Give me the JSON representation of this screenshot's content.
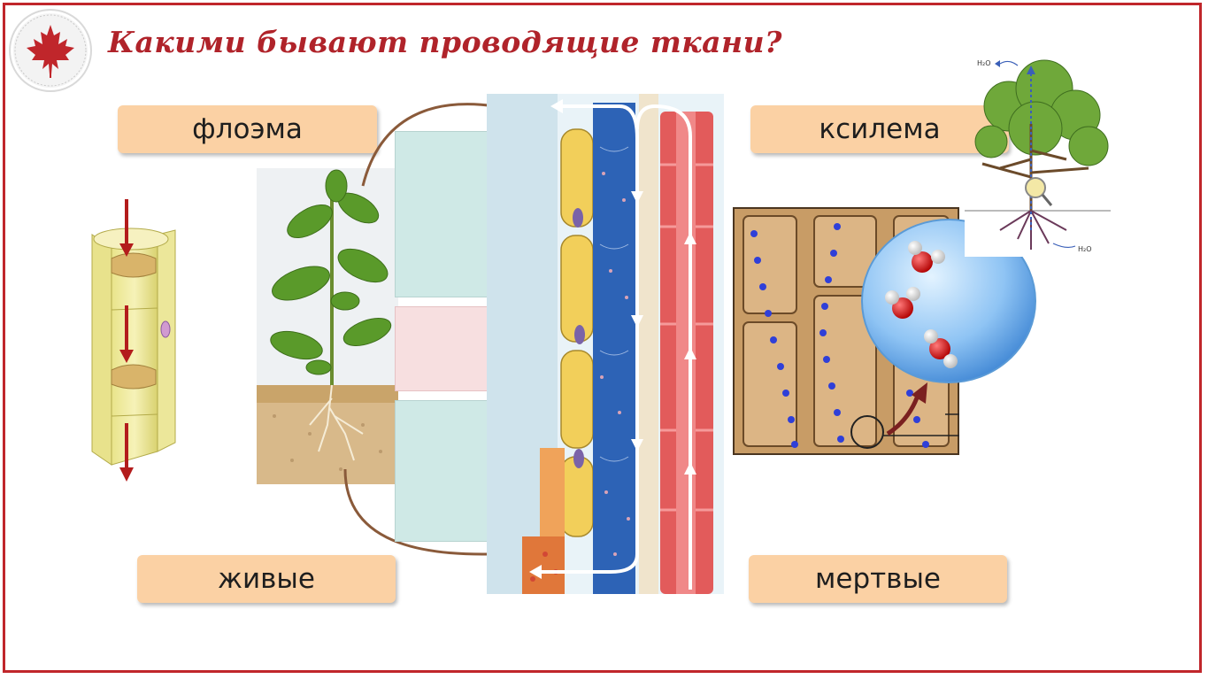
{
  "slide": {
    "title": "Какими бывают проводящие ткани?"
  },
  "labels": {
    "phloem": "флоэма",
    "xylem": "ксилема",
    "living": "живые",
    "dead": "мертвые"
  },
  "tree_inset": {
    "top_label": "H₂O",
    "bottom_label": "H₂O"
  },
  "colors": {
    "accent": "#c0262b",
    "label_fill": "#fbd1a4",
    "title": "#b0232a"
  }
}
